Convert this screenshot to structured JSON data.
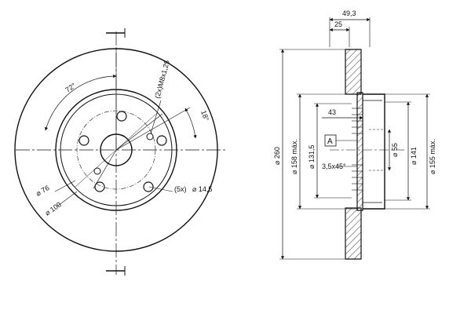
{
  "front_view": {
    "angle_72": "72°",
    "angle_18": "18°",
    "thread_callout": "(2x)M8x1,25",
    "bolt_callout": "(5x)",
    "bolt_dia": "⌀ 14,5",
    "center_dia": "⌀ 76",
    "pcd": "⌀ 100"
  },
  "side_view": {
    "total_thickness": "49,3",
    "disc_thickness": "25",
    "dim_43": "43",
    "datum": "A",
    "chamfer": "3,5x45°",
    "outer_dia": "⌀ 260",
    "dia_158": "⌀ 158 máx.",
    "dia_131_5": "⌀ 131,5",
    "dia_55": "⌀ 55",
    "dia_141": "⌀ 141",
    "dia_155": "⌀ 155 máx."
  }
}
